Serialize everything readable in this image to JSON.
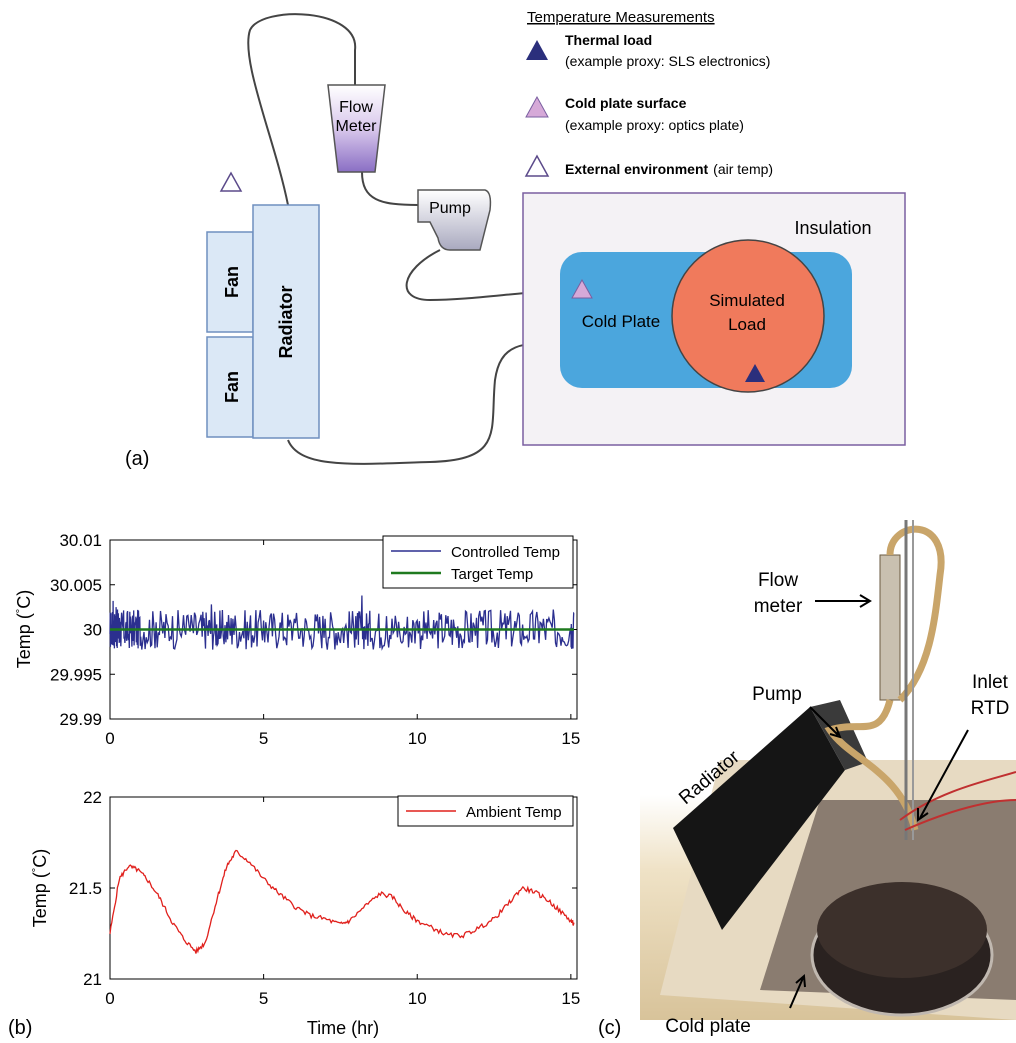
{
  "panel_a": {
    "panel_label": "(a)",
    "legend_title": "Temperature Measurements",
    "legend": [
      {
        "title": "Thermal load",
        "note": "(example proxy:  SLS electronics)",
        "color": "#2b2f7c"
      },
      {
        "title": "Cold plate surface",
        "note": "(example proxy: optics plate)",
        "color": "#d6a9d8"
      },
      {
        "title": "External environment",
        "note": "(air temp)",
        "color": "#ffffff"
      }
    ],
    "flow_meter": "Flow Meter",
    "flow_meter_l1": "Flow",
    "flow_meter_l2": "Meter",
    "pump": "Pump",
    "insulation": "Insulation",
    "fan_1": "Fan",
    "fan_2": "Fan",
    "radiator": "Radiator",
    "cold_plate": "Cold Plate",
    "simulated_load": "Simulated Load",
    "simulated_load_l1": "Simulated",
    "simulated_load_l2": "Load",
    "colors": {
      "box_fill": "#dbe8f6",
      "box_stroke": "#6f8fbf",
      "cold_plate": "#4ba6dd",
      "load": "#f07a5c",
      "insulation_fill": "#f4f2f5",
      "insulation_stroke": "#7a5fa0"
    }
  },
  "panel_b": {
    "panel_label": "(b)",
    "xlabel": "Time (hr)"
  },
  "panel_c": {
    "panel_label": "(c)",
    "labels": {
      "flow_meter_l1": "Flow",
      "flow_meter_l2": "meter",
      "pump": "Pump",
      "inlet_l1": "Inlet",
      "inlet_l2": "RTD",
      "radiator": "Radiator",
      "cold_plate": "Cold plate"
    }
  },
  "chart_data": [
    {
      "type": "line",
      "xlabel": "",
      "ylabel": "Temp (°C)",
      "xlim": [
        0,
        15.2
      ],
      "ylim": [
        29.99,
        30.01
      ],
      "xticks": [
        0,
        5,
        10,
        15
      ],
      "yticks": [
        29.99,
        29.995,
        30,
        30.005,
        30.01
      ],
      "ytick_labels": [
        "29.99",
        "29.995",
        "30",
        "30.005",
        "30.01"
      ],
      "legend_position": "top-right",
      "series": [
        {
          "name": "Controlled Temp",
          "color": "#2b2f8f",
          "x": [
            0,
            0.1,
            0.2,
            0.3,
            0.4,
            0.6,
            0.8,
            1.0,
            1.5,
            2.0,
            2.5,
            3.0,
            3.3,
            3.6,
            4.0,
            4.5,
            5.0,
            5.5,
            6.0,
            6.5,
            7.0,
            7.5,
            8.0,
            8.2,
            8.5,
            9.0,
            9.5,
            10.0,
            10.5,
            11.0,
            11.5,
            12.0,
            12.5,
            13.0,
            13.5,
            14.0,
            14.5,
            15.0,
            15.1
          ],
          "y": [
            29.9995,
            30.0032,
            30.0025,
            29.9985,
            30.0008,
            29.9988,
            30.0005,
            29.9992,
            30.0008,
            29.999,
            30.0015,
            29.9992,
            30.0028,
            29.999,
            30.0012,
            29.9988,
            30.001,
            29.9992,
            30.0012,
            29.999,
            30.0012,
            29.9985,
            30.0015,
            30.0038,
            29.999,
            30.0015,
            29.9985,
            30.001,
            29.999,
            30.0015,
            29.9988,
            30.0015,
            29.999,
            30.0012,
            29.9992,
            30.0008,
            29.9985,
            30.0002,
            30.0018
          ]
        },
        {
          "name": "Target Temp",
          "color": "#1f7a1f",
          "x": [
            0,
            15.1
          ],
          "y": [
            30,
            30
          ]
        }
      ]
    },
    {
      "type": "line",
      "xlabel": "Time (hr)",
      "ylabel": "Temp (°C)",
      "xlim": [
        0,
        15.2
      ],
      "ylim": [
        21,
        22
      ],
      "xticks": [
        0,
        5,
        10,
        15
      ],
      "yticks": [
        21,
        21.5,
        22
      ],
      "ytick_labels": [
        "21",
        "21.5",
        "22"
      ],
      "legend_position": "top-right",
      "series": [
        {
          "name": "Ambient Temp",
          "color": "#e0201c",
          "x": [
            0,
            0.3,
            0.6,
            0.9,
            1.2,
            1.6,
            2.0,
            2.4,
            2.8,
            3.1,
            3.5,
            3.8,
            4.1,
            4.5,
            5.0,
            5.5,
            6.0,
            6.5,
            7.0,
            7.5,
            7.8,
            8.3,
            8.8,
            9.2,
            9.6,
            10.0,
            10.5,
            11.0,
            11.5,
            12.0,
            12.5,
            13.0,
            13.4,
            13.8,
            14.2,
            14.6,
            15.0,
            15.1
          ],
          "y": [
            21.25,
            21.55,
            21.62,
            21.6,
            21.55,
            21.45,
            21.32,
            21.22,
            21.15,
            21.2,
            21.45,
            21.62,
            21.7,
            21.65,
            21.55,
            21.47,
            21.4,
            21.35,
            21.33,
            21.3,
            21.32,
            21.4,
            21.47,
            21.45,
            21.37,
            21.32,
            21.28,
            21.24,
            21.24,
            21.28,
            21.33,
            21.42,
            21.5,
            21.48,
            21.44,
            21.38,
            21.32,
            21.3
          ]
        }
      ]
    }
  ]
}
